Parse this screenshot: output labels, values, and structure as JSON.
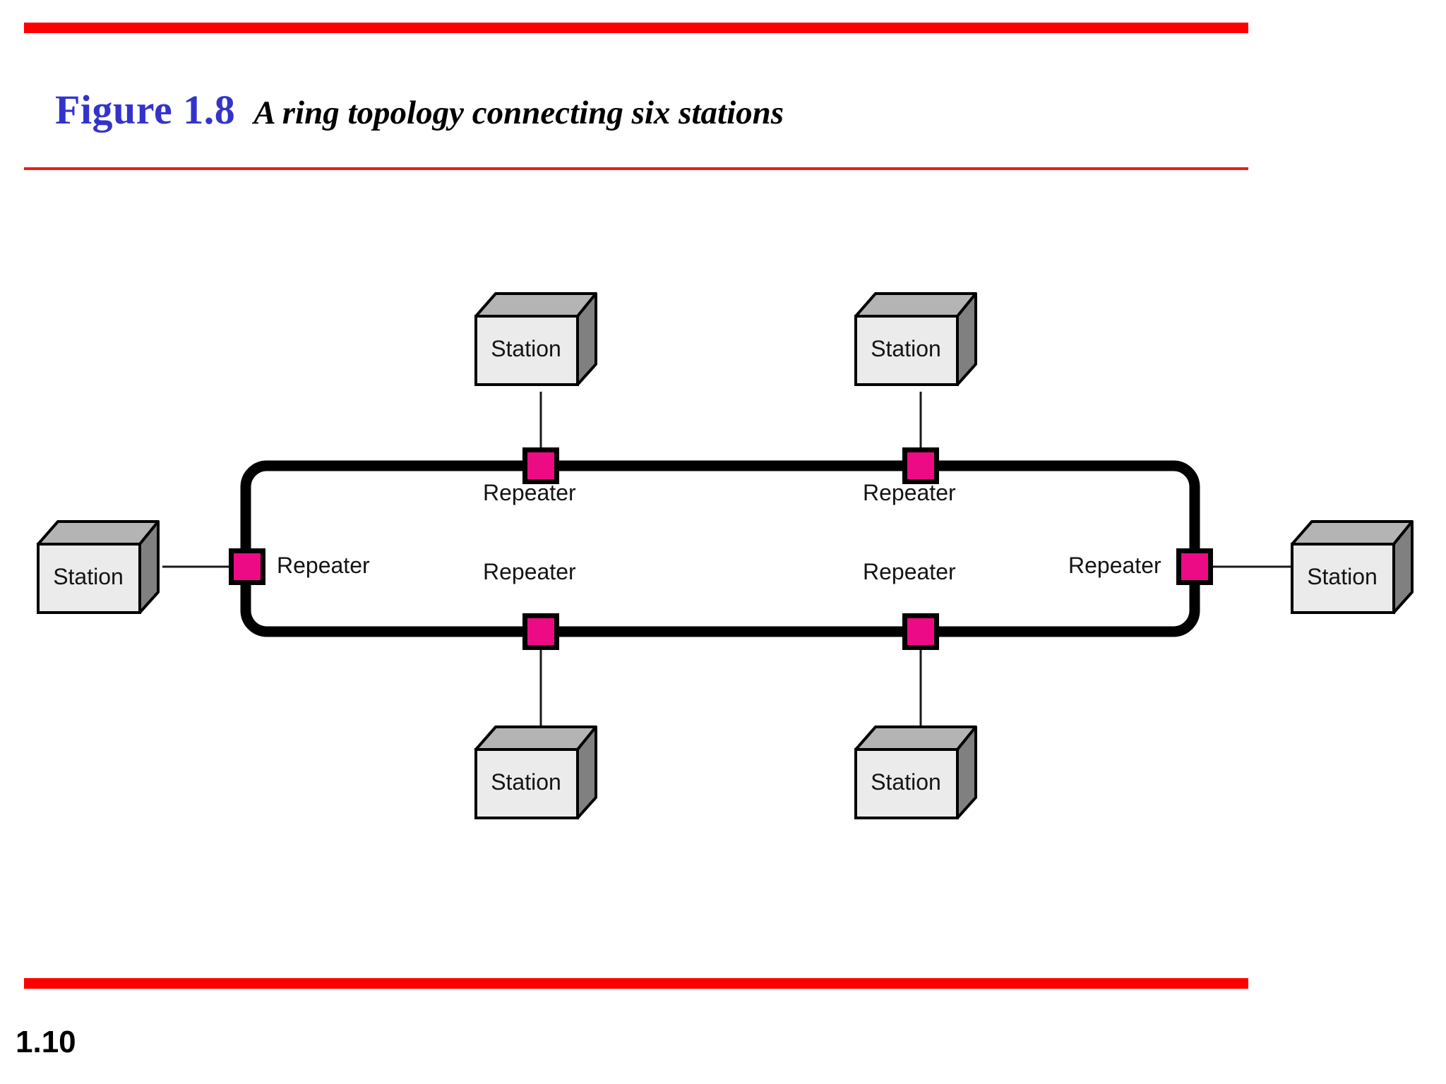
{
  "slide": {
    "page_number": "1.10",
    "accent_rule_color": "#FF0000",
    "thin_rule_color": "#ED1C16"
  },
  "title": {
    "figure_number": "Figure 1.8",
    "figure_number_color": "#3333CC",
    "caption": "A ring topology connecting six stations",
    "caption_color": "#000000"
  },
  "diagram": {
    "type": "ring-topology",
    "ring_stroke_color": "#000000",
    "repeater_color": "#EC0A85",
    "station_front_color": "#EBEBEB",
    "station_top_color": "#B4B4B4",
    "station_side_color": "#808080",
    "nodes": [
      {
        "id": "top-left",
        "station_label": "Station",
        "repeater_label": "Repeater"
      },
      {
        "id": "top-right",
        "station_label": "Station",
        "repeater_label": "Repeater"
      },
      {
        "id": "right",
        "station_label": "Station",
        "repeater_label": "Repeater"
      },
      {
        "id": "bottom-right",
        "station_label": "Station",
        "repeater_label": "Repeater"
      },
      {
        "id": "bottom-left",
        "station_label": "Station",
        "repeater_label": "Repeater"
      },
      {
        "id": "left",
        "station_label": "Station",
        "repeater_label": "Repeater"
      }
    ]
  }
}
